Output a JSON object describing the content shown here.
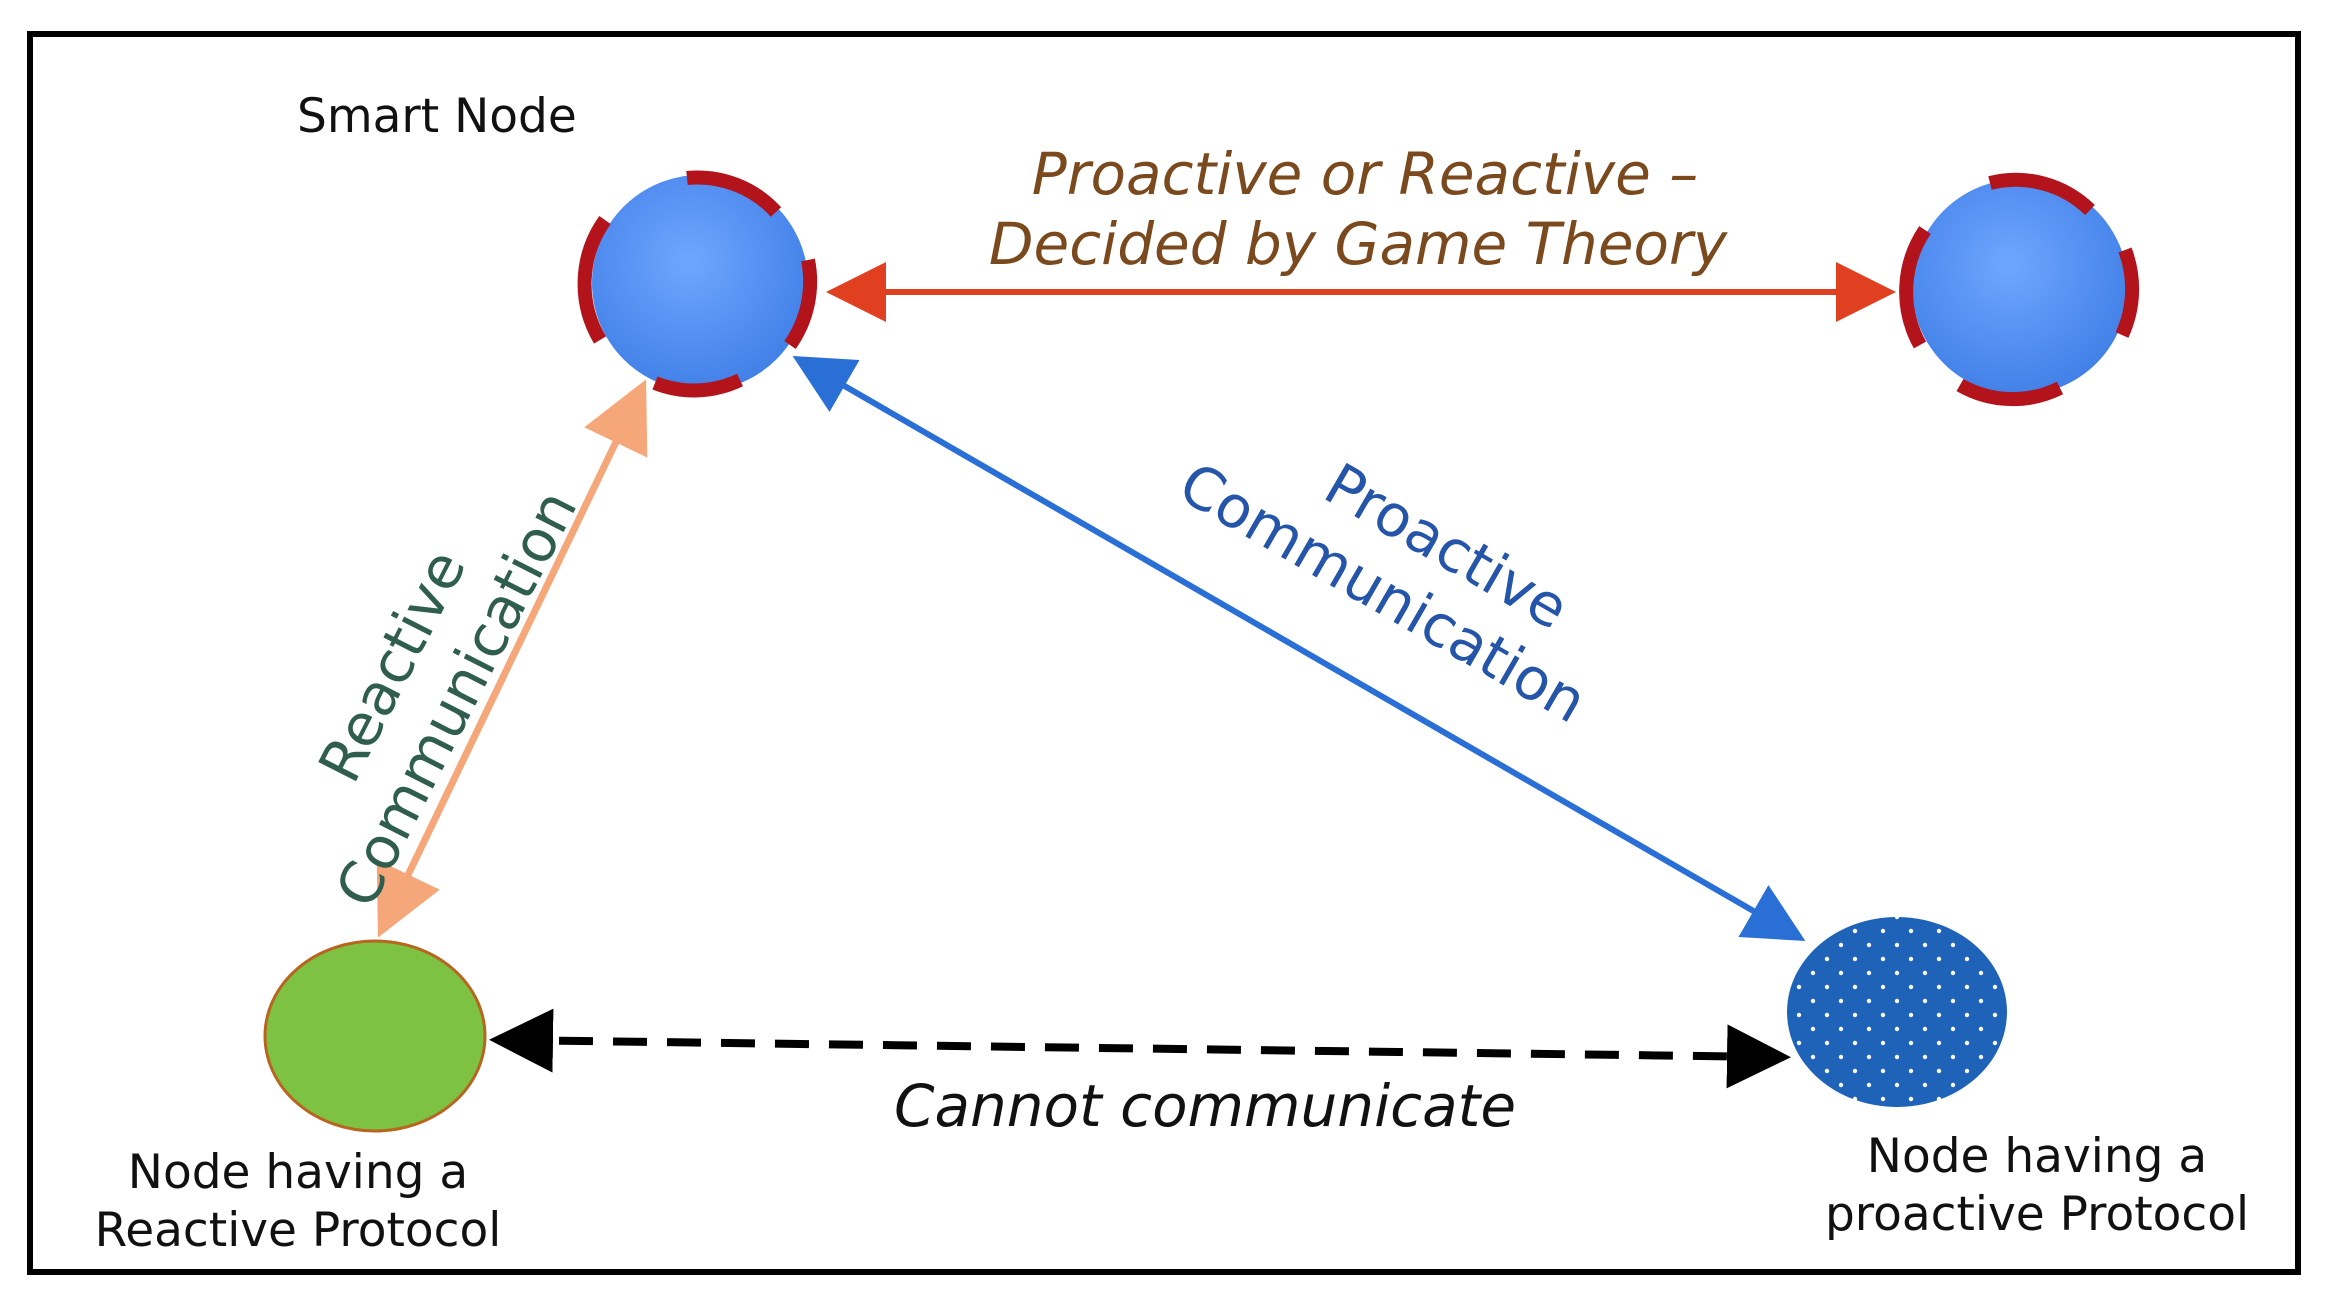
{
  "diagram": {
    "nodes": {
      "smart_node_label": "Smart Node",
      "reactive_node_label_line1": "Node having a",
      "reactive_node_label_line2": "Reactive Protocol",
      "proactive_node_label_line1": "Node having a",
      "proactive_node_label_line2": "proactive Protocol"
    },
    "edges": {
      "smart_to_smart_line1": "Proactive or Reactive –",
      "smart_to_smart_line2": "Decided by Game Theory",
      "reactive_line1": "Reactive",
      "reactive_line2": "Communication",
      "proactive_line1": "Proactive",
      "proactive_line2": "Communication",
      "cannot": "Cannot communicate"
    },
    "colors": {
      "frame": "#000000",
      "smart_node_fill": "#4f8df0",
      "smart_node_ring": "#b3131b",
      "game_theory_arrow": "#e0401f",
      "game_theory_text": "#7a4a1e",
      "reactive_arrow": "#f6a77a",
      "reactive_text": "#2f5e4e",
      "proactive_arrow": "#2a6fd6",
      "proactive_text": "#2555a8",
      "reactive_node_fill": "#7dc242",
      "proactive_node_fill": "#1e63b8",
      "cannot_arrow": "#000000",
      "cannot_text": "#111111"
    }
  }
}
